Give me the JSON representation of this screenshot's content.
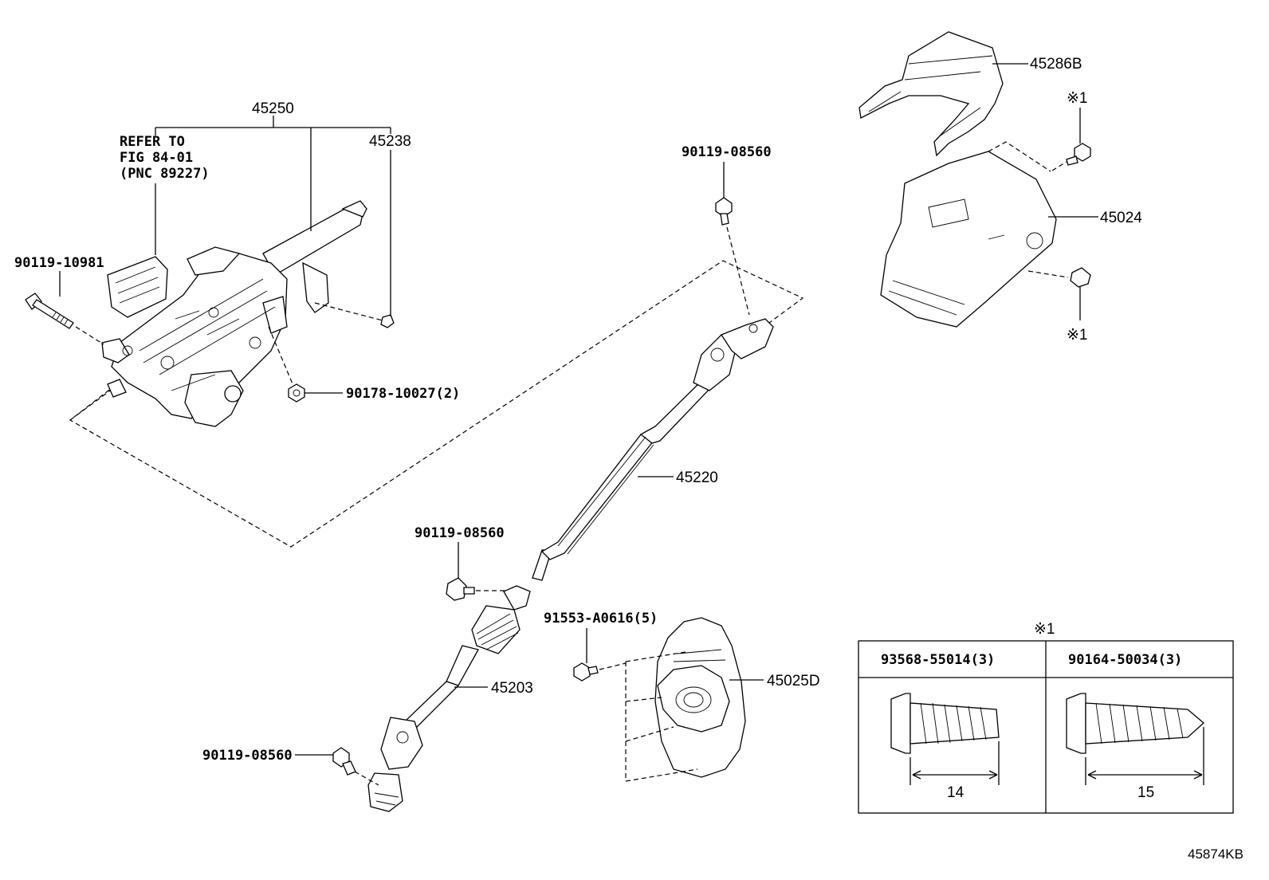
{
  "figure_number": "45874KB",
  "callouts": {
    "column_assy": "45250",
    "refer_line1": "REFER TO",
    "refer_line2": "FIG 84-01",
    "refer_line3": "(PNC 89227)",
    "clip": "45238",
    "column_bolt": "90119-10981",
    "column_nut": "90178-10027(2)",
    "upper_bolt": "90119-08560",
    "intermediate_shaft": "45220",
    "mid_bolt": "90119-08560",
    "lower_shaft": "45203",
    "lower_bolt": "90119-08560",
    "cover_screw": "91553-A0616(5)",
    "column_hole_cover": "45025D",
    "upper_cover": "45286B",
    "lower_cover": "45024",
    "note_mark_top": "※1",
    "note_mark_bottom": "※1"
  },
  "fastener_table": {
    "title": "※1",
    "columns": [
      {
        "part_number": "93568-55014(3)",
        "length": "14"
      },
      {
        "part_number": "90164-50034(3)",
        "length": "15"
      }
    ]
  }
}
